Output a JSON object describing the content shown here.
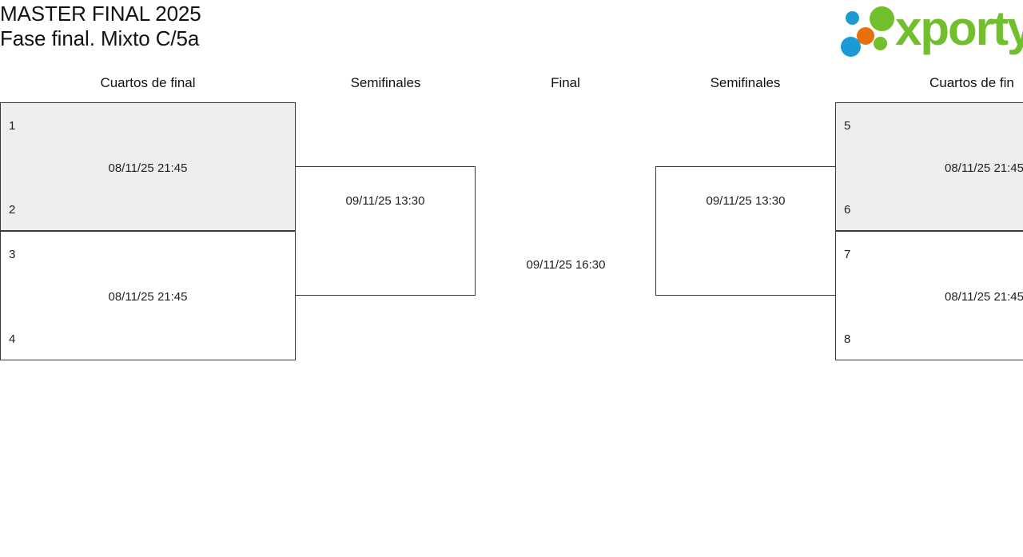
{
  "header": {
    "title_line1": "MASTER FINAL 2025",
    "title_line2": "Fase final. Mixto C/5a"
  },
  "logo": {
    "wordmark": "xporty",
    "colors": {
      "green": "#72bf2e",
      "blue": "#1b9ad6",
      "orange": "#e8700a"
    }
  },
  "rounds": [
    {
      "label": "Cuartos de final"
    },
    {
      "label": "Semifinales"
    },
    {
      "label": "Final"
    },
    {
      "label": "Semifinales"
    },
    {
      "label": "Cuartos de fin"
    }
  ],
  "bracket": {
    "left_quarterfinals": [
      {
        "seed_top": "1",
        "seed_bottom": "2",
        "date": "08/11/25 21:45",
        "shaded": true
      },
      {
        "seed_top": "3",
        "seed_bottom": "4",
        "date": "08/11/25 21:45",
        "shaded": false
      }
    ],
    "left_semifinal": {
      "date": "09/11/25 13:30"
    },
    "final": {
      "date": "09/11/25 16:30"
    },
    "right_semifinal": {
      "date": "09/11/25 13:30"
    },
    "right_quarterfinals": [
      {
        "seed_top": "5",
        "seed_bottom": "6",
        "date": "08/11/25 21:45",
        "shaded": true
      },
      {
        "seed_top": "7",
        "seed_bottom": "8",
        "date": "08/11/25 21:45",
        "shaded": false
      }
    ]
  }
}
